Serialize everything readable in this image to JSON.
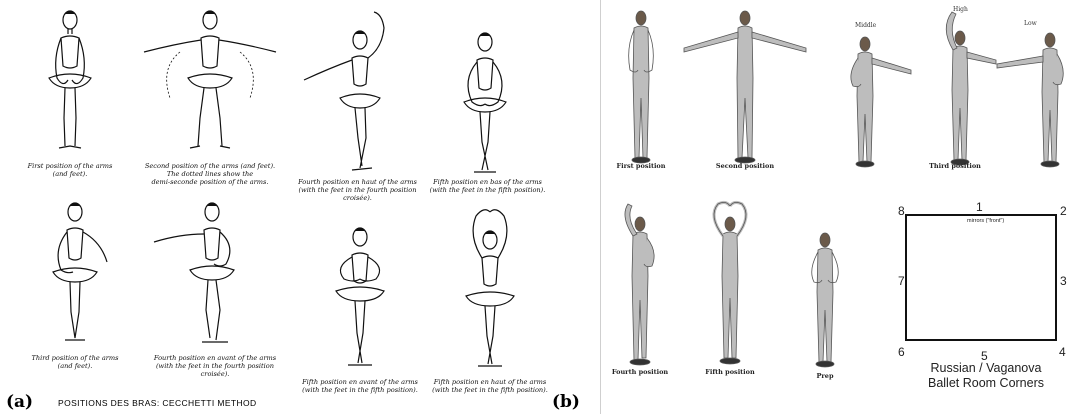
{
  "panel_a": {
    "label": "(a)",
    "title": "POSITIONS DES BRAS: CECCHETTI METHOD",
    "captions": [
      "First position of the arms\n(and feet).",
      "Second position of the arms (and feet).\nThe dotted lines show the\ndemi-seconde position of the arms.",
      "Fourth position en haut of the arms\n(with the feet in the fourth position\ncroisée).",
      "Fifth position en bas of the arms\n(with the feet in the fifth position).",
      "Third position of the arms\n(and feet).",
      "Fourth position en avant of the arms\n(with the feet in the fourth position\ncroisée).",
      "Fifth position en avant of the arms\n(with the feet in the fifth position).",
      "Fifth position en haut of the arms\n(with the feet in the fifth position)."
    ]
  },
  "panel_b": {
    "label": "(b)",
    "captions": [
      "First position",
      "Second position",
      "Third position",
      "Fourth position",
      "Fifth position",
      "Prep"
    ],
    "third_levels": [
      "Middle",
      "High",
      "Low"
    ],
    "room": {
      "corners": [
        "1",
        "2",
        "3",
        "4",
        "5",
        "6",
        "7",
        "8"
      ],
      "mirrors_label": "mirrors (\"front\")",
      "title_line1": "Russian / Vaganova",
      "title_line2": "Ballet Room Corners"
    }
  }
}
